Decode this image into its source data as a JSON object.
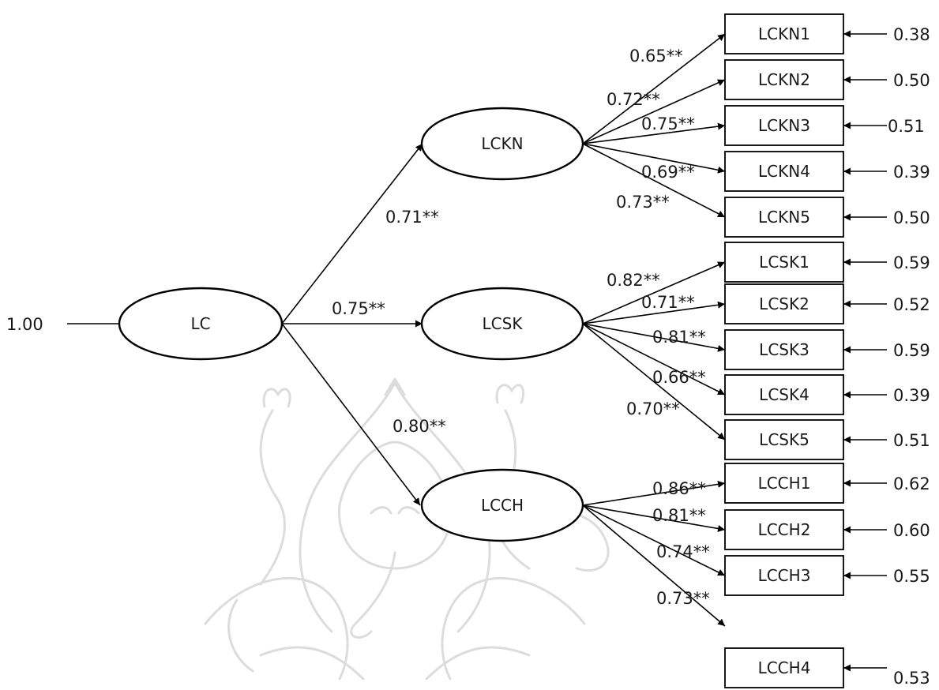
{
  "latent": {
    "LC": "LC",
    "LCKN": "LCKN",
    "LCSK": "LCSK",
    "LCCH": "LCCH"
  },
  "lc_variance": "1.00",
  "structural": {
    "LCKN": "0.71**",
    "LCSK": "0.75**",
    "LCCH": "0.80**"
  },
  "indicators": {
    "LCKN": [
      {
        "name": "LCKN1",
        "loading": "0.65**",
        "error": "0.38"
      },
      {
        "name": "LCKN2",
        "loading": "0.72**",
        "error": "0.50"
      },
      {
        "name": "LCKN3",
        "loading": "0.75**",
        "error": "0.51"
      },
      {
        "name": "LCKN4",
        "loading": "0.69**",
        "error": "0.39"
      },
      {
        "name": "LCKN5",
        "loading": "0.73**",
        "error": "0.50"
      }
    ],
    "LCSK": [
      {
        "name": "LCSK1",
        "loading": "0.82**",
        "error": "0.59"
      },
      {
        "name": "LCSK2",
        "loading": "0.71**",
        "error": "0.52"
      },
      {
        "name": "LCSK3",
        "loading": "0.81**",
        "error": "0.59"
      },
      {
        "name": "LCSK4",
        "loading": "0.66**",
        "error": "0.39"
      },
      {
        "name": "LCSK5",
        "loading": "0.70**",
        "error": "0.51"
      }
    ],
    "LCCH": [
      {
        "name": "LCCH1",
        "loading": "0.86**",
        "error": "0.62"
      },
      {
        "name": "LCCH2",
        "loading": "0.81**",
        "error": "0.60"
      },
      {
        "name": "LCCH3",
        "loading": "0.74**",
        "error": "0.55"
      },
      {
        "name": "LCCH4",
        "loading": "0.73**",
        "error": "0.53"
      }
    ]
  }
}
